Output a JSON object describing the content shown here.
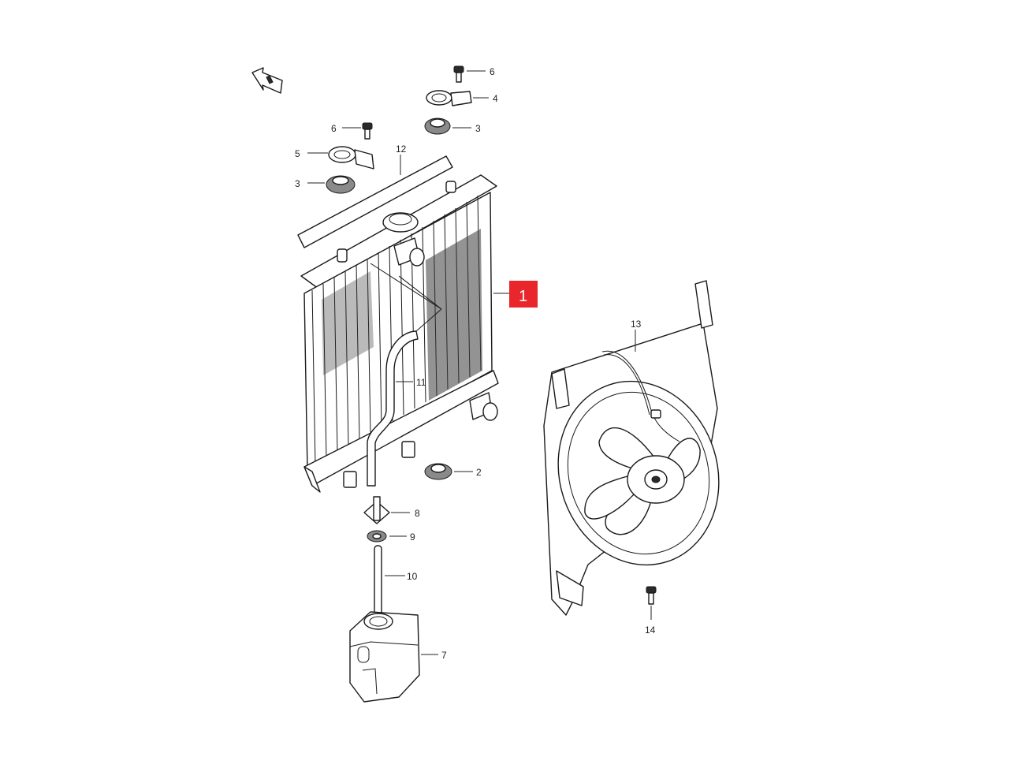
{
  "highlight": {
    "label": "1",
    "color": "#e8262b"
  },
  "callouts": {
    "c2": "2",
    "c3a": "3",
    "c3b": "3",
    "c4": "4",
    "c5": "5",
    "c6a": "6",
    "c6b": "6",
    "c7": "7",
    "c8": "8",
    "c9": "9",
    "c10": "10",
    "c11": "11",
    "c12": "12",
    "c13": "13",
    "c14": "14"
  },
  "parts": [
    {
      "id": "front-arrow",
      "icon": "front-direction-arrow-icon"
    },
    {
      "id": "radiator",
      "icon": "radiator-icon"
    },
    {
      "id": "fan-shroud",
      "icon": "cooling-fan-icon"
    },
    {
      "id": "reservoir",
      "icon": "reservoir-tank-icon"
    }
  ]
}
